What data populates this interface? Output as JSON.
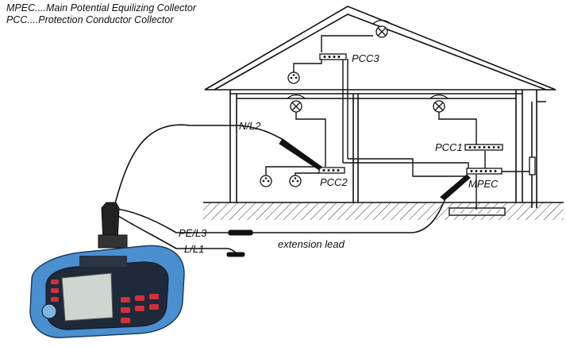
{
  "legend": {
    "mpec": "MPEC....Main Potential Equilizing Collector",
    "pcc": "PCC....Protection Conductor Collector"
  },
  "labels": {
    "pcc3": "PCC3",
    "pcc2": "PCC2",
    "pcc1": "PCC1",
    "mpec": "MPEC",
    "nl2": "N/L2",
    "pel3": "PE/L3",
    "ll1": "L/L1",
    "extension_lead": "extension lead"
  },
  "colors": {
    "line": "#111111",
    "instrument_body": "#4a8fd0",
    "instrument_face": "#1e2a3a",
    "button_red": "#d32f3a",
    "screen": "#cfd6cf"
  },
  "icons": [
    "lamp-icon",
    "socket-icon",
    "terminal-bar-icon",
    "instrument-icon"
  ]
}
